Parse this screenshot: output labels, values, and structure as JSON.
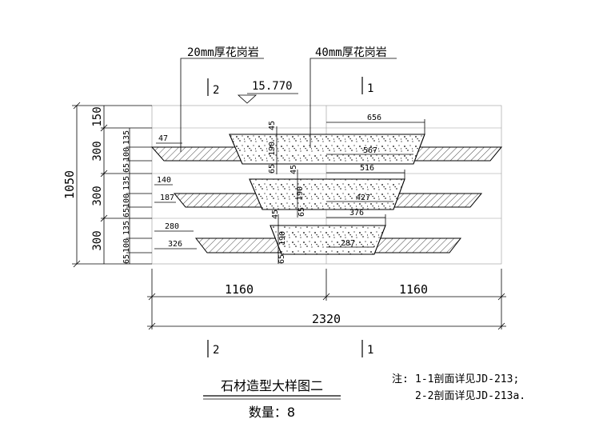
{
  "callouts": {
    "left": "20mm厚花岗岩",
    "right": "40mm厚花岗岩"
  },
  "elevation": "15.770",
  "section_marks": {
    "top_left": "2",
    "top_right": "1",
    "bottom_left": "2",
    "bottom_right": "1"
  },
  "left_dims": {
    "total": "1050",
    "seg_top": "150",
    "seg_1": "300",
    "seg_2": "300",
    "seg_3": "300"
  },
  "small_dims": {
    "d135": "135",
    "d100": "100",
    "d65": "65",
    "d45": "45",
    "d190": "190"
  },
  "row_dims": {
    "r1_left": "47",
    "r1_top": "656",
    "r1_mid": "567",
    "r2_left_a": "140",
    "r2_left_b": "187",
    "r2_top": "516",
    "r2_mid": "427",
    "r3_left_a": "280",
    "r3_left_b": "326",
    "r3_top": "376",
    "r3_mid": "287"
  },
  "bottom_dims": {
    "half_left": "1160",
    "half_right": "1160",
    "total": "2320"
  },
  "title": "石材造型大样图二",
  "quantity": "数量：8",
  "notes": {
    "label": "注:",
    "line1": "1-1剖面详见JD-213;",
    "line2": "2-2剖面详见JD-213a."
  }
}
